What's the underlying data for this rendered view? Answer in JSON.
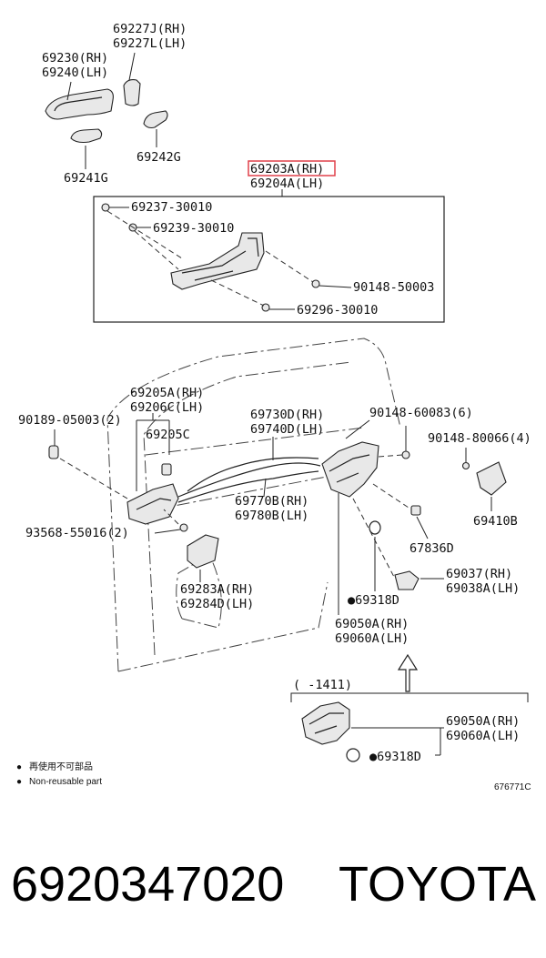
{
  "labels": {
    "p69227": "69227J(RH)",
    "p69227l": "69227L(LH)",
    "p69230": "69230(RH)",
    "p69240": "69240(LH)",
    "p69241": "69241G",
    "p69242": "69242G",
    "p69203": "69203A(RH)",
    "p69204": "69204A(LH)",
    "p69237": "69237-30010",
    "p69239": "69239-30010",
    "p90148_5": "90148-50003",
    "p69296": "69296-30010",
    "p69205a": "69205A(RH)",
    "p69206c": "69206C(LH)",
    "p69205c": "69205C",
    "p90189": "90189-05003(2)",
    "p69730": "69730D(RH)",
    "p69740": "69740D(LH)",
    "p90148_6": "90148-60083(6)",
    "p90148_8": "90148-80066(4)",
    "p69770": "69770B(RH)",
    "p69780": "69780B(LH)",
    "p69410": "69410B",
    "p93568": "93568-55016(2)",
    "p67836": "67836D",
    "p69037": "69037(RH)",
    "p69038": "69038A(LH)",
    "p69283": "69283A(RH)",
    "p69284": "69284D(LH)",
    "p69318": "●69318D",
    "p69050": "69050A(RH)",
    "p69060": "69060A(LH)",
    "range": "(    -1411)",
    "p69050b": "69050A(RH)",
    "p69060b": "69060A(LH)",
    "p69318b": "●69318D",
    "legend_cn": "再使用不可部品",
    "legend_en": "Non-reusable part",
    "legend_mark": "●",
    "diagram_id": "676771C",
    "part_number": "6920347020",
    "brand": "TOYOTA"
  },
  "colors": {
    "highlight": "#e0404a",
    "ink": "#222222"
  }
}
